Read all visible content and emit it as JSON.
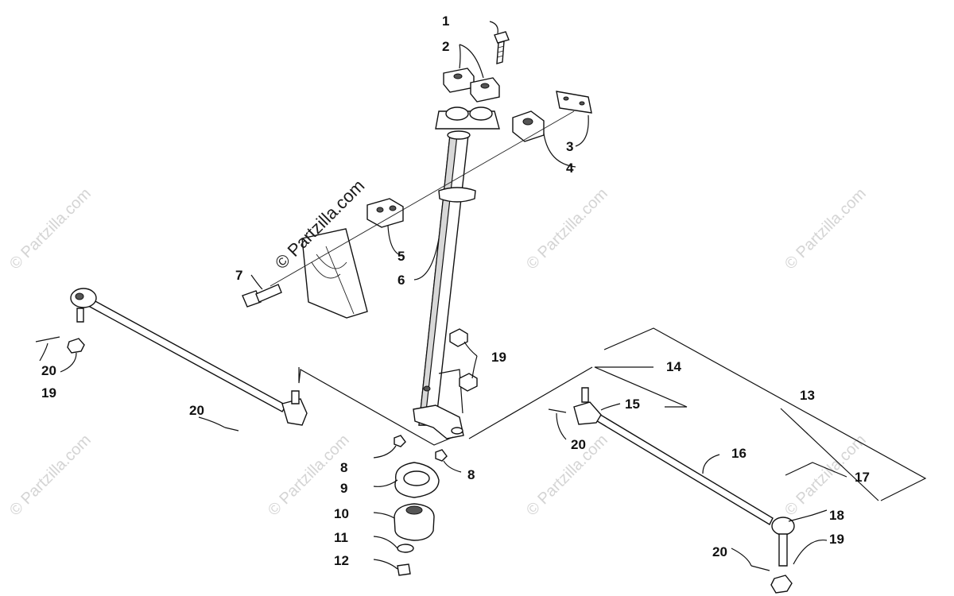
{
  "watermark": {
    "main": "© Partzilla.com",
    "repeat": "© Partzilla.com"
  },
  "callouts": [
    {
      "id": "c1",
      "label": "1"
    },
    {
      "id": "c2",
      "label": "2"
    },
    {
      "id": "c3",
      "label": "3"
    },
    {
      "id": "c4",
      "label": "4"
    },
    {
      "id": "c5",
      "label": "5"
    },
    {
      "id": "c6",
      "label": "6"
    },
    {
      "id": "c7",
      "label": "7"
    },
    {
      "id": "c8a",
      "label": "8"
    },
    {
      "id": "c8b",
      "label": "8"
    },
    {
      "id": "c9",
      "label": "9"
    },
    {
      "id": "c10",
      "label": "10"
    },
    {
      "id": "c11",
      "label": "11"
    },
    {
      "id": "c12",
      "label": "12"
    },
    {
      "id": "c13",
      "label": "13"
    },
    {
      "id": "c14",
      "label": "14"
    },
    {
      "id": "c15",
      "label": "15"
    },
    {
      "id": "c16",
      "label": "16"
    },
    {
      "id": "c17",
      "label": "17"
    },
    {
      "id": "c18",
      "label": "18"
    },
    {
      "id": "c19a",
      "label": "19"
    },
    {
      "id": "c19b",
      "label": "19"
    },
    {
      "id": "c19c",
      "label": "19"
    },
    {
      "id": "c20a",
      "label": "20"
    },
    {
      "id": "c20b",
      "label": "20"
    },
    {
      "id": "c20c",
      "label": "20"
    },
    {
      "id": "c20d",
      "label": "20"
    }
  ]
}
